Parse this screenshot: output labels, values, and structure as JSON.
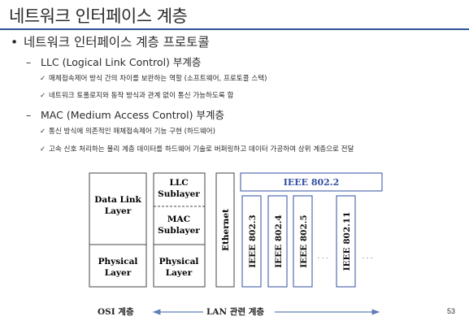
{
  "title": "네트워크 인터페이스 계층",
  "bullet": "네트워크 인터페이스 계층 프로토콜",
  "llc": {
    "heading": "LLC (Logical Link Control) 부계층",
    "items": [
      "매체접속제어 방식 간의 차이를 보완하는 역할 (소프트웨어, 프로토콜 스택)",
      "네트워크 토폴로지와 동작 방식과 관계 없이 통신 가능하도록 함"
    ]
  },
  "mac": {
    "heading": "MAC (Medium Access Control) 부계층",
    "items": [
      "통신 방식에 의존적인 매체접속제어 기능 구현 (하드웨어)",
      "고속 신호 처리하는 물리 계층 데이터를 하드웨어 기술로 버퍼링하고 데이터 가공하여 상위 계층으로 전달"
    ]
  },
  "diagram": {
    "osi_data_link": [
      "Data Link",
      "Layer"
    ],
    "osi_physical": [
      "Physical",
      "Layer"
    ],
    "llc_sublayer": [
      "LLC",
      "Sublayer"
    ],
    "mac_sublayer": [
      "MAC",
      "Sublayer"
    ],
    "lan_physical": [
      "Physical",
      "Layer"
    ],
    "ethernet": "Ethernet",
    "ieee_8022": "IEEE 802.2",
    "ieee_columns": [
      "IEEE 802.3",
      "IEEE 802.4",
      "IEEE 802.5",
      "IEEE 802.11"
    ],
    "ellipsis": ". . .",
    "osi_label": "OSI 계층",
    "lan_label": "LAN 관련 계층",
    "ieee_color": "#2f4fa0"
  },
  "page_number": "53"
}
